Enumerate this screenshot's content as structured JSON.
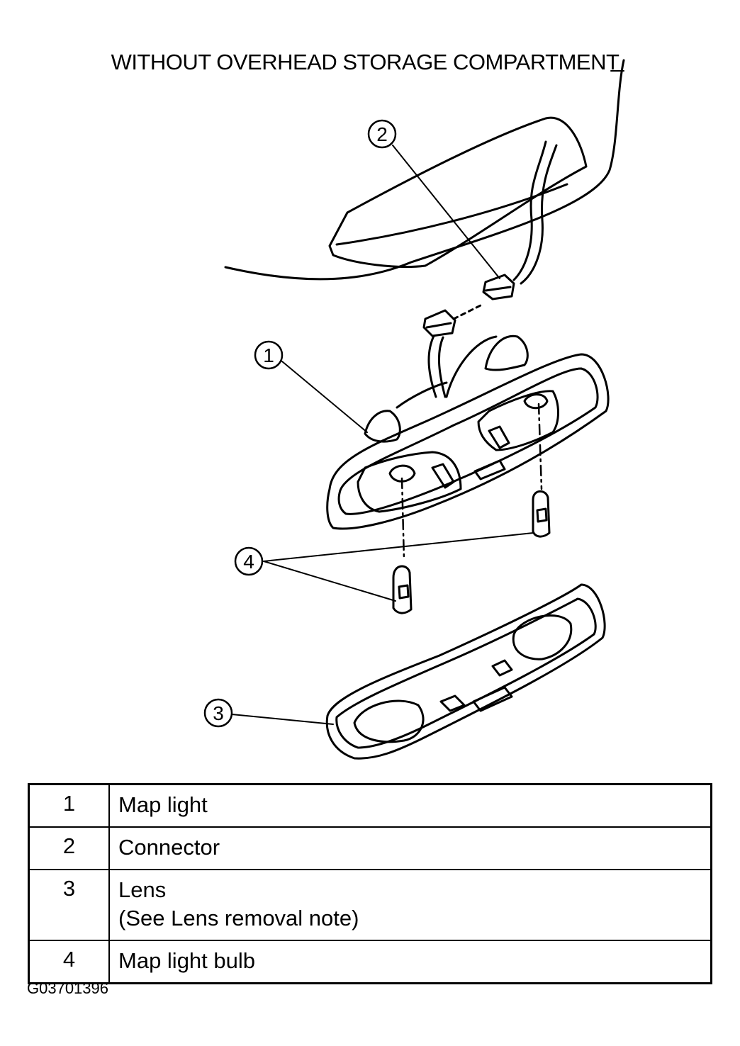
{
  "title": "WITHOUT OVERHEAD STORAGE COMPARTMENT",
  "callouts": [
    "1",
    "2",
    "3",
    "4"
  ],
  "legend": [
    {
      "number": "1",
      "lines": [
        "Map light"
      ]
    },
    {
      "number": "2",
      "lines": [
        "Connector"
      ]
    },
    {
      "number": "3",
      "lines": [
        "Lens",
        "(See Lens removal note)"
      ]
    },
    {
      "number": "4",
      "lines": [
        "Map light bulb"
      ]
    }
  ],
  "figure_code": "G03701396"
}
